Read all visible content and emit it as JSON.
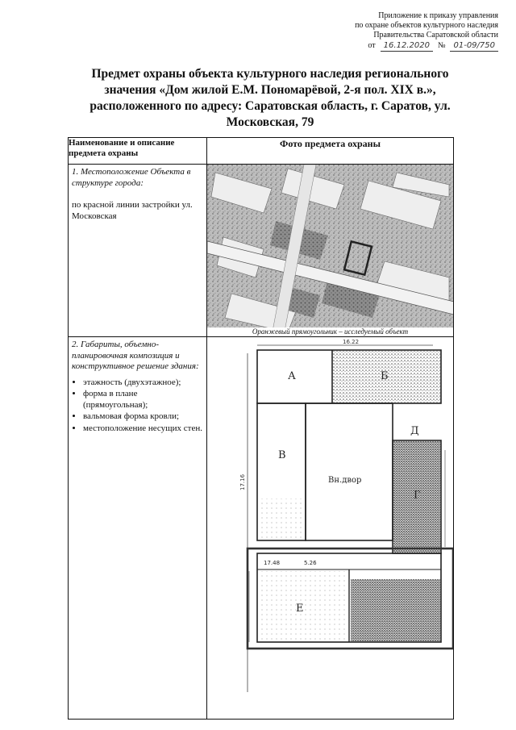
{
  "header": {
    "line1": "Приложение к приказу управления",
    "line2": "по охране объектов культурного наследия",
    "line3": "Правительства Саратовской области",
    "from_label": "от",
    "date": "16.12.2020",
    "number_label": "№",
    "number": "01-09/750"
  },
  "title": {
    "line1": "Предмет охраны объекта культурного наследия регионального",
    "line2": "значения «Дом жилой Е.М. Пономарёвой, 2-я пол. XIX в.»,",
    "line3": "расположенного по адресу: Саратовская область, г. Саратов, ул.",
    "line4": "Московская, 79"
  },
  "table": {
    "col1_header": "Наименование и описание предмета охраны",
    "col2_header": "Фото предмета охраны",
    "row1": {
      "heading": "1. Местоположение Объекта в структуре города:",
      "text": "по красной линии застройки ул. Московская",
      "caption": "Оранжевый прямоугольник – исследуемый объект"
    },
    "row2": {
      "heading": "2. Габариты, объемно-планировочная композиция и конструктивное решение здания:",
      "items": [
        "этажность (двухэтажное);",
        "форма в плане (прямоугольная);",
        "вальмовая форма кровли;",
        "местоположение несущих стен."
      ]
    }
  },
  "plan": {
    "labels": [
      "А",
      "Б",
      "В",
      "Г",
      "Д",
      "Е"
    ],
    "yard": "Вн.двор",
    "dims": [
      "16.22",
      "17.48",
      "5.26"
    ],
    "vertical_dim": "17.16"
  }
}
